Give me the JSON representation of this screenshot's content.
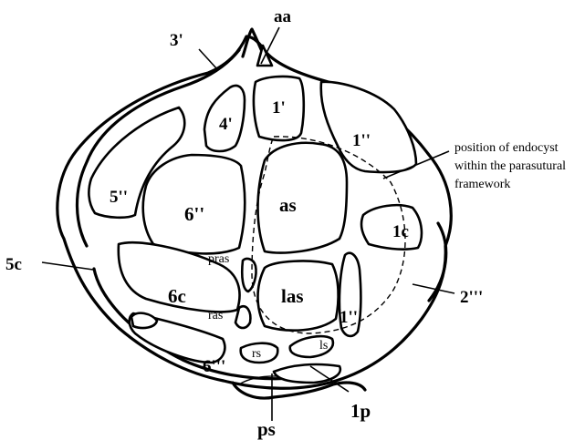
{
  "labels": {
    "aa": "aa",
    "p3": "3'",
    "p1": "1'",
    "p4": "4'",
    "pp1": "1''",
    "pp5": "5''",
    "pp6": "6''",
    "as": "as",
    "c1": "1c",
    "c5": "5c",
    "pras": "pras",
    "c6": "6c",
    "las": "las",
    "ras": "ras",
    "ppp1": "1'''",
    "ppp2": "2'''",
    "ppp6": "6'''",
    "rs": "rs",
    "ls": "ls",
    "p1p": "1p",
    "ps": "ps"
  },
  "annotation": {
    "line1": "position of endocyst",
    "line2": "within the parasutural",
    "line3": "framework"
  }
}
